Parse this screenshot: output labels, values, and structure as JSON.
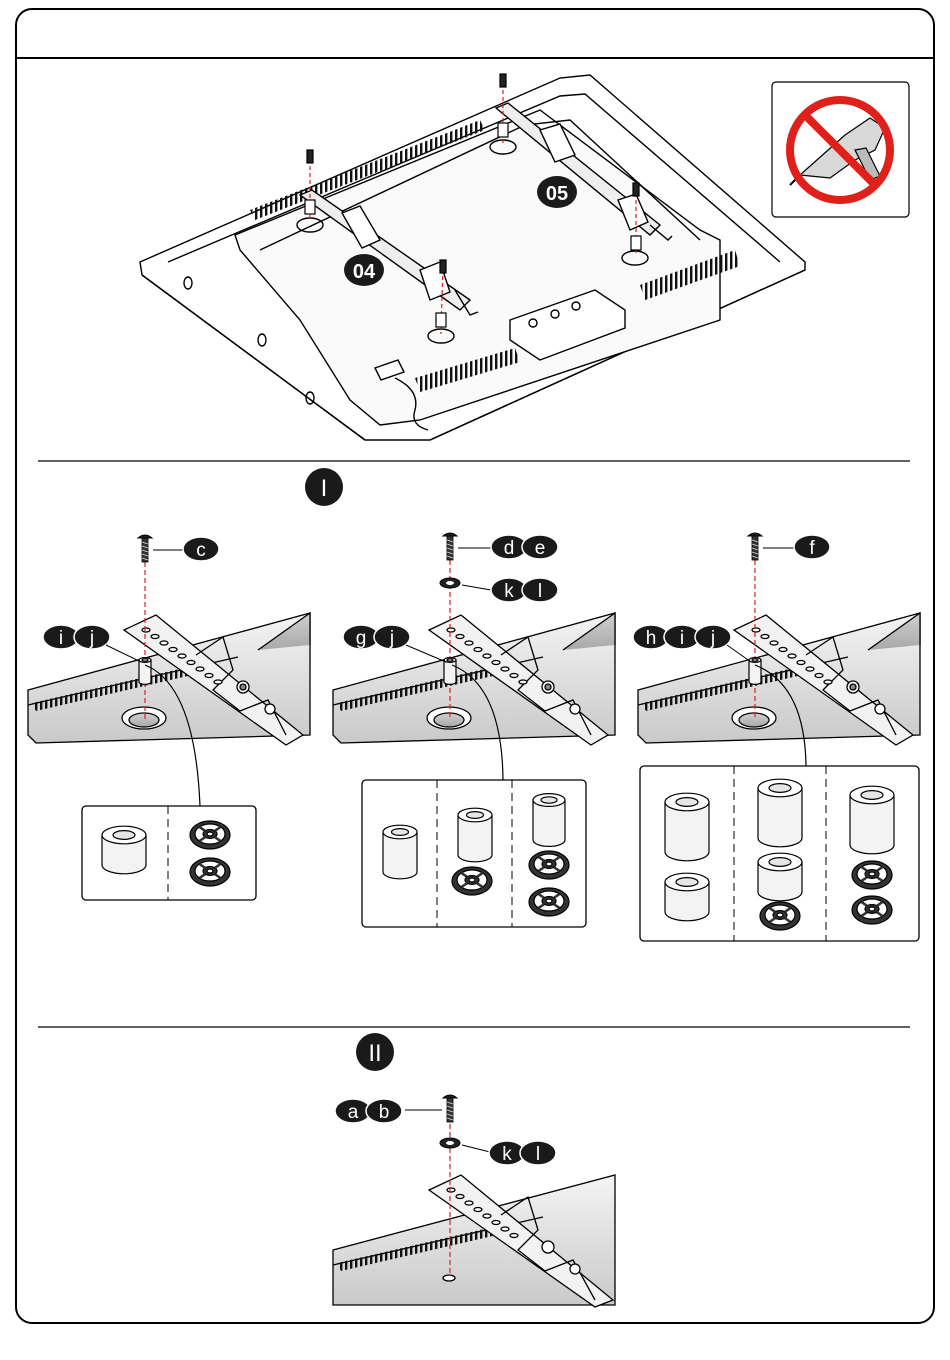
{
  "header": {
    "title": ""
  },
  "warning": {
    "icon": "no-power-drill-icon"
  },
  "overview": {
    "step_badges": [
      "04",
      "05"
    ]
  },
  "section_one": {
    "roman": "I",
    "panels": [
      {
        "screw_labels": [
          "c"
        ],
        "spacer_labels": [
          "i",
          "j"
        ],
        "washer_labels": []
      },
      {
        "screw_labels": [
          "d",
          "e"
        ],
        "spacer_labels": [
          "g",
          "j"
        ],
        "washer_labels": [
          "k",
          "l"
        ]
      },
      {
        "screw_labels": [
          "f"
        ],
        "spacer_labels": [
          "h",
          "i",
          "j"
        ],
        "washer_labels": []
      }
    ]
  },
  "section_two": {
    "roman": "II",
    "screw_labels": [
      "a",
      "b"
    ],
    "washer_labels": [
      "k",
      "l"
    ]
  },
  "colors": {
    "line": "#000000",
    "badge": "#1a1a1a",
    "guide": "#e0201a",
    "warning": "#e0201a"
  }
}
